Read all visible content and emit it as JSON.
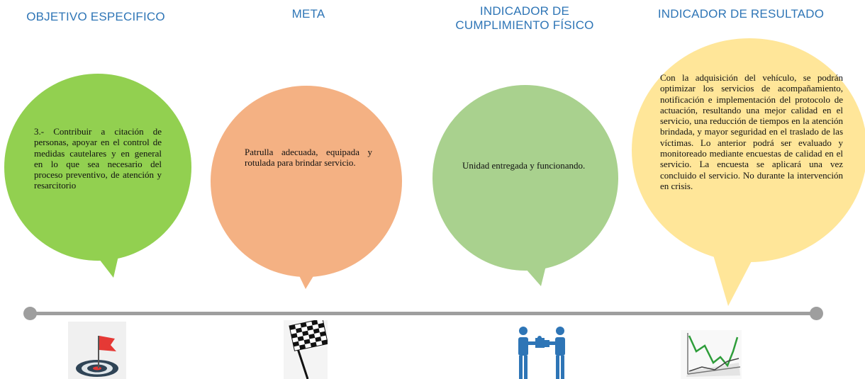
{
  "headings": {
    "objetivo": "OBJETIVO ESPECIFICO",
    "meta": "META",
    "indicador_fisico": "INDICADOR DE CUMPLIMIENTO FÍSICO",
    "indicador_resultado": "INDICADOR DE RESULTADO"
  },
  "bubbles": {
    "objetivo": "3.- Contribuir a citación de personas, apoyar en el control de medidas cautelares y en general en lo que sea necesario del proceso preventivo, de atención y resarcitorio",
    "meta": "Patrulla adecuada, equipada y rotulada para brindar servicio.",
    "indicador_fisico": "Unidad entregada y funcionando.",
    "indicador_resultado": "Con la adquisición del vehículo, se podrán optimizar los servicios de acompañamiento, notificación e implementación del protocolo de actuación, resultando una mejor calidad en el servicio, una reducción de tiempos en la atención brindada, y mayor seguridad en el traslado de las víctimas. Lo anterior podrá ser evaluado y monitoreado mediante encuestas de calidad en el servicio. La encuesta se aplicará una vez concluido el servicio. No durante la intervención en crisis."
  },
  "colors": {
    "heading": "#2E75B6",
    "bubble_objetivo": "#92D050",
    "bubble_meta": "#F4B183",
    "bubble_indicador_fisico": "#A9D18E",
    "bubble_indicador_resultado": "#FFE699",
    "timeline": "#9E9E9E"
  },
  "icons": {
    "objetivo": "target-flag-icon",
    "meta": "checkered-flag-icon",
    "indicador_fisico": "puzzle-handshake-icon",
    "indicador_resultado": "growth-chart-icon"
  }
}
